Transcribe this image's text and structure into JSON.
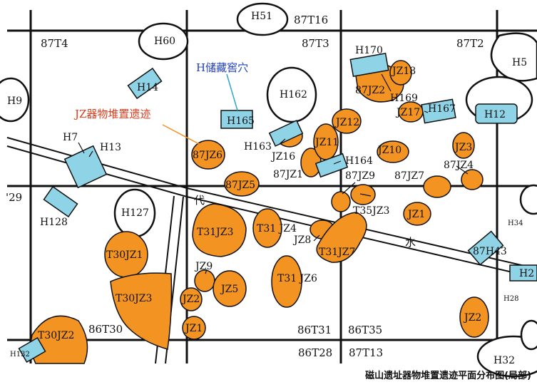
{
  "colors": {
    "pit": "#f39422",
    "storage": "#8fd3e6",
    "outline": "#111111",
    "legend_storage": "#1f3fbf",
    "legend_jz": "#e23b1b"
  },
  "legend": {
    "storage_pit": "H储藏窖穴",
    "jz_pile": "JZ器物堆置遗迹"
  },
  "caption": "磁山遗址器物堆置遗迹平面分布图(局部)",
  "trenches": {
    "t_87T16": "87T16",
    "t_87T4": "87T4",
    "t_87T3": "87T3",
    "t_87T2": "87T2",
    "t_29": "'29",
    "t_86T30": "86T30",
    "t_86T31": "86T31",
    "t_86T35": "86T35",
    "t_86T28": "86T28",
    "t_87T13": "87T13"
  },
  "text_features": {
    "road": "代",
    "water": "水"
  },
  "features": {
    "H51": "H51",
    "H60": "H60",
    "H9": "H9",
    "H5x": "H5",
    "H162": "H162",
    "H127": "H127",
    "H32": "H32",
    "H14": "H14",
    "H165": "H165",
    "H7": "H7",
    "H13": "H13",
    "H128": "H128",
    "H163": "H163",
    "H164": "H164",
    "H170": "H170",
    "H169": "H169",
    "H167": "H167",
    "H12": "H12",
    "H34": "H34",
    "H2x": "H2",
    "H28": "H28",
    "H132": "H132",
    "H43": "87H43",
    "JZ6": "87JZ6",
    "JZ5a": "87JZ5",
    "JZ16": "JZ16",
    "JZ1a": "87JZ1",
    "JZ11": "JZ11",
    "JZ12": "JZ12",
    "JZ18": "JZ18",
    "JZ2a": "87JZ2",
    "JZ17": "JZ17",
    "JZ10": "JZ10",
    "JZ3": "JZ3",
    "JZ4": "87JZ4",
    "JZ9a": "87JZ9",
    "JZ7a": "87JZ7",
    "T35JZ3": "T35JZ3",
    "JZ1b": "JZ1",
    "JZ8": "JZ8",
    "T31JZ7": "T31JZ7",
    "T31JZ3": "T31JZ3",
    "T31JZ4": "T31 JZ4",
    "T30JZ1": "T30JZ1",
    "T30JZ3": "T30JZ3",
    "JZ9b": "JZ9",
    "JZ2b": "JZ2",
    "JZ5b": "JZ5",
    "T31JZ6": "T31 JZ6",
    "JZ1c": "JZ1",
    "JZ2c": "JZ2",
    "T30JZ2": "T30JZ2"
  }
}
